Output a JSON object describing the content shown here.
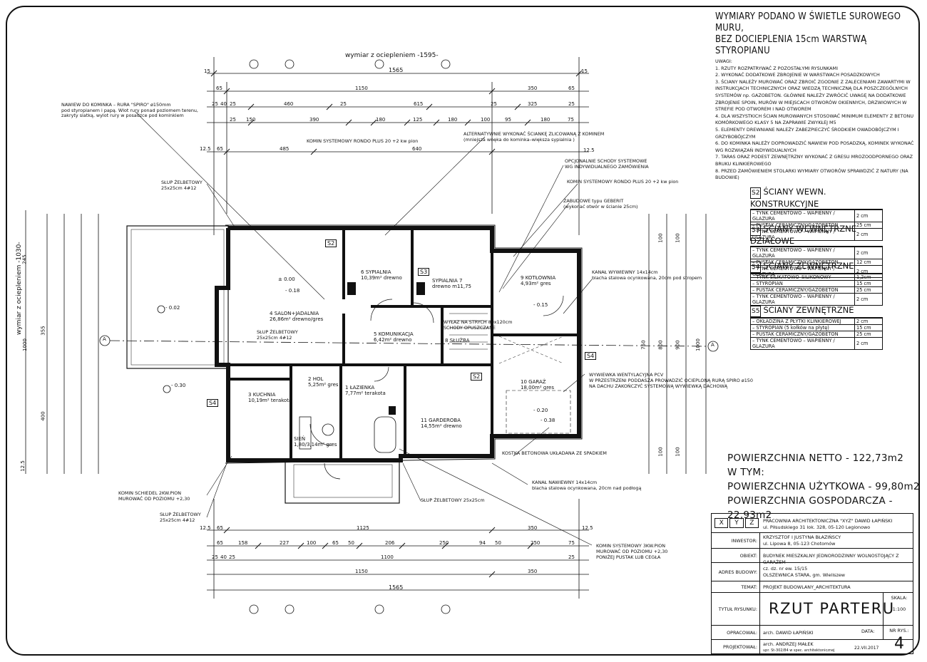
{
  "header": {
    "line1": "WYMIARY PODANO W ŚWIETLE SUROWEGO  MURU,",
    "line2": "BEZ   DOCIEPLENIA  15cm WARSTWĄ STYROPIANU"
  },
  "notes": {
    "title": "UWAGI:",
    "items": [
      "1. RZUTY ROZPATRYWAĆ Z POZOSTAŁYMI RYSUNKAMI",
      "2. WYKONAĆ DODATKOWE ZBROJENIE W WARSTWACH POSADZKOWYCH",
      "3. ŚCIANY NALEŻY MUROWAĆ ORAZ ZBROIĆ ZGODNIE Z ZALECENIAMI ZAWARTYMI W INSTRUKCJACH TECHNICZNYCH ORAZ WIEDZĄ TECHNICZNĄ DLA POSZCZEGÓLNYCH SYSTEMÓW np. GAZOBETON. GŁÓWNIE NALEŻY ZWRÓCIĆ UWAGĘ NA DODATKOWE ZBROJENIE SPOIN, MURÓW W MIEJSCACH OTWORÓW OKIENNYCH, DRZWIOWYCH W STREFIE POD OTWOREM I NAD OTWOREM",
      "4. DLA WSZYSTKICH ŚCIAN MUROWANYCH STOSOWAĆ MINIMUM ELEMENTY Z BETONU KOMÓRKOWEGO KLASY 5 NA ZAPRAWIE ZWYKŁEJ M5",
      "5. ELEMENTY DREWNIANE NALEŻY ZABEZPIECZYĆ ŚRODKIEM OWADOBÓJCZYM I GRZYBOBÓJCZYM",
      "6. DO KOMINKA NALEŻY DOPROWADZIĆ NAWIEW POD POSADZKĄ, KOMINEK WYKONAĆ WG ROZWIĄZAŃ INDYWIDUALNYCH",
      "7. TARAS ORAZ PODEST ZEWNĘTRZNY WYKONAĆ Z GRESU MROZOODPORNEGO ORAZ BRUKU KLINKIEROWEGO",
      "8. PRZED ZAMÓWIENIEM STOLARKI WYMIARY OTWORÓW SPRAWDZIĆ Z NATURY (NA BUDOWIE)"
    ]
  },
  "walls": [
    {
      "tag": "S2",
      "title": "ŚCIANY WEWN. KONSTRUKCYJNE",
      "rows": [
        [
          "– TYNK CEMENTOWO – WAPIENNY / GLAZURA",
          "2 cm"
        ],
        [
          "– PUSTAK CERAMICZNY/GAZOBETON",
          "25 cm"
        ],
        [
          "– TYNK CEMENTOWO – WAPIENNY / GLAZURA",
          "2 cm"
        ]
      ]
    },
    {
      "tag": "S3",
      "title": "ŚCIANY WEWNĘTRZNE DZIAŁOWE",
      "rows": [
        [
          "– TYNK CEMENTOWO – WAPIENNY / GLAZURA",
          "2 cm"
        ],
        [
          "– PUSTAK CERAMICZNY/GAZOBETON",
          "12 cm"
        ],
        [
          "– TYNK CEMENTOWO – WAPIENNY / GLAZURA",
          "2 cm"
        ]
      ]
    },
    {
      "tag": "S4",
      "title": "ŚCIANY ZEWNĘTRZNE",
      "rows": [
        [
          "– TYNK SILIKATOWO–SILIKONOWY",
          "1,2cm"
        ],
        [
          "– STYROPIAN",
          "15 cm"
        ],
        [
          "– PUSTAK CERAMICZNY/GAZOBETON",
          "25 cm"
        ],
        [
          "– TYNK CEMENTOWO – WAPIENNY / GLAZURA",
          "2 cm"
        ]
      ]
    },
    {
      "tag": "S5",
      "title": "ŚCIANY ZEWNĘTRZNE",
      "rows": [
        [
          "– OKŁADZINA Z PŁYTKI KLINKIEROWEJ",
          "2 cm"
        ],
        [
          "– STYROPIAN (5 kołków na płytę)",
          "15 cm"
        ],
        [
          "– PUSTAK CERAMICZNY/GAZOBETON",
          "25 cm"
        ],
        [
          "– TYNK CEMENTOWO – WAPIENNY / GLAZURA",
          "2 cm"
        ]
      ]
    }
  ],
  "areas": {
    "netto": "POWIERZCHNIA NETTO   - 122,73m2",
    "wtym": "W TYM:",
    "uzytkowa": "POWIERZCHNIA UŻYTKOWA  - 99,80m2",
    "gospodarcza": "POWIERZCHNIA GOSPODARCZA  - 22,93m2"
  },
  "titleblock": {
    "logo": [
      "X",
      "Y",
      "Z"
    ],
    "firm1": "PRACOWNIA  ARCHITEKTONICZNA \"XYZ\" DAWID ŁAPIŃSKI",
    "firm2": "ul. Piłsudskiego 31 lok. 328, 05-120 Legionowo",
    "rows": [
      {
        "label": "INWESTOR:",
        "v1": "KRZYSZTOF I JUSTYNA BŁAZIŃSCY",
        "v2": "ul. Lipowa 8, 05-123 Chotomów"
      },
      {
        "label": "OBIEKT:",
        "v1": "BUDYNEK MIESZKALNY JEDNORODZINNY WOLNOSTOJĄCY Z GARAŻEM",
        "v2": ""
      },
      {
        "label": "ADRES BUDOWY:",
        "v1": "cz. dz. nr ew. 15/15",
        "v2": "OLSZEWNICA STARA, gm. Wieliszew"
      },
      {
        "label": "TEMAT:",
        "v1": "PROJEKT BUDOWLANY_ARCHITEKTURA",
        "v2": ""
      }
    ],
    "tytul_label": "TYTUŁ RYSUNKU:",
    "tytul": "RZUT PARTERU",
    "skala_label": "SKALA:",
    "skala": "1:100",
    "oprac_label": "OPRACOWAŁ:",
    "oprac": "arch. DAWID ŁAPIŃSKI",
    "data_label": "DATA:",
    "data": "22.VII.2017",
    "nr_label": "NR RYS.:",
    "nr": "4",
    "proj_label": "PROJEKTOWAŁ:",
    "proj1": "arch. ANDRZEJ MAŁEK",
    "proj2": "upr. St-302/84 w spec. architektonicznej"
  },
  "plan": {
    "dim_top_label": "wymiar z ociepleniem -1595-",
    "dim_left_label": "wymiar z ociepleniem -1030-",
    "top_row1": [
      "15",
      "1565",
      "15"
    ],
    "top_row2": [
      "65",
      "1150",
      "350",
      "65"
    ],
    "top_row3": [
      "25",
      "40",
      "25",
      "460",
      "25",
      "615",
      "25",
      "325",
      "25"
    ],
    "top_row4": [
      "25",
      "150",
      "390",
      "180",
      "125",
      "180",
      "100",
      "95",
      "180",
      "75"
    ],
    "top_row5": [
      "12.5",
      "65",
      "485",
      "640",
      "12.5"
    ],
    "bot_row1": [
      "12.5",
      "65",
      "1125",
      "350",
      "12.5"
    ],
    "bot_row2": [
      "65",
      "158",
      "227",
      "100",
      "65",
      "50",
      "206",
      "250",
      "94",
      "50",
      "250",
      "75"
    ],
    "bot_row3": [
      "25",
      "40",
      "25",
      "1100",
      "25"
    ],
    "bot_row4": [
      "1150",
      "350"
    ],
    "bot_row5": [
      "1565"
    ],
    "left_dims": [
      "245",
      "355",
      "400",
      "1000",
      "12.5"
    ],
    "right_dims": [
      "100",
      "100",
      "750",
      "800",
      "1000",
      "900",
      "100",
      "100"
    ],
    "rooms": [
      {
        "num": "4",
        "name": "SALON+JADALNIA",
        "area": "26,86m² drewno/gres"
      },
      {
        "num": "6",
        "name": "SYPIALNIA",
        "area": "10,39m² drewno"
      },
      {
        "num": "7",
        "name": "SYPIALNIA",
        "area": "drewno m11,75"
      },
      {
        "num": "9",
        "name": "KOTŁOWNIA",
        "area": "4,93m² gres"
      },
      {
        "num": "5",
        "name": "KOMUNIKACJA",
        "area": "6,42m² drewno"
      },
      {
        "num": "8",
        "name": "SŁUŻBA",
        "area": ""
      },
      {
        "num": "2",
        "name": "HOL",
        "area": "5,25m² gres"
      },
      {
        "num": "3",
        "name": "KUCHNIA",
        "area": "10,19m² terakota"
      },
      {
        "num": "1",
        "name": "ŁAZIENKA",
        "area": "7,77m² terakota"
      },
      {
        "num": "11",
        "name": "GARDEROBA",
        "area": "14,55m² drewno"
      },
      {
        "num": "10",
        "name": "GARAŻ",
        "area": "18,00m² gres"
      },
      {
        "num": "",
        "name": "SIEŃ",
        "area": "1,80/3,14m² gres"
      }
    ],
    "annotations": [
      "NAWIEW DO KOMINKA – RURA \"SPIRO\" ø150mm",
      "pod styropianem i papą. Wlot rury ponad poziomem terenu,",
      "zakryty siatką, wylot rury w posadzce pod kominkiem",
      "KOMIN SYSTEMOWY RONDO PLUS 20 +2 kw pion",
      "ALTERNATYWNIE WYKONAĆ ŚCIANKĘ ZLICOWANĄ Z KOMINEM",
      "(mniejsza wnęka do kominka–większa sypialnia )",
      "OPCJONALNIE SCHODY SYSTEMOWE",
      "WG INDYWIDUALNEGO ZAMÓWIENIA",
      "KOMIN SYSTEMOWY RONDO PLUS 20 +2 kw pion",
      "ZABUDOWE typu GEBERIT",
      "(wykonać otwór w ścianie 25cm)",
      "SŁUP ŻELBETOWY",
      "25x25cm 4#12",
      "KANAŁ WYWIEWNY 14x14cm",
      "blacha stalowa ocynkowana, 20cm pod stropem",
      "WYŁAZ NA STRYCH 80x120cm",
      "SCHODY OPUSZCZANE",
      "SŁUP ŻELBETOWY",
      "25x25cm 4#12",
      "WYWIEWKA WENTYLACYJNA PCV",
      "W PRZESTRZENI PODDASZA PROWADZIĆ OCIEPLONĄ RURĄ SPIRO ø150",
      "NA DACHU ZAKOŃCZYĆ SYSTEMOWĄ WYWIEWKĄ DACHOWĄ",
      "KOSTKA BETONOWA UKŁADANA ZE SPADKIEM",
      "KANAŁ NAWIEWNY 14x14cm",
      "blacha stalowa ocynkowana, 20cm nad podłogą",
      "KOMIN SCHIEDEL 2KW.PION",
      "MUROWAĆ OD POZIOMU +2,30",
      "SŁUP ŻELBETOWY 25x25cm",
      "SŁUP ŻELBETOWY",
      "25x25cm 4#12",
      "KOMIN SYSTEMOWY 3KW.PION",
      "MUROWAĆ OD POZIOMU +2,30",
      "PONIŻEJ PUSTAK LUB CEGŁA"
    ],
    "wall_tags": [
      "S2",
      "S3",
      "S2",
      "S4",
      "S4"
    ],
    "levels": [
      "± 0.00",
      "- 0.18",
      "- 0.02",
      "- 0.30",
      "- 0.15",
      "- 0.20",
      "- 0.38"
    ],
    "axis_label": "A"
  }
}
